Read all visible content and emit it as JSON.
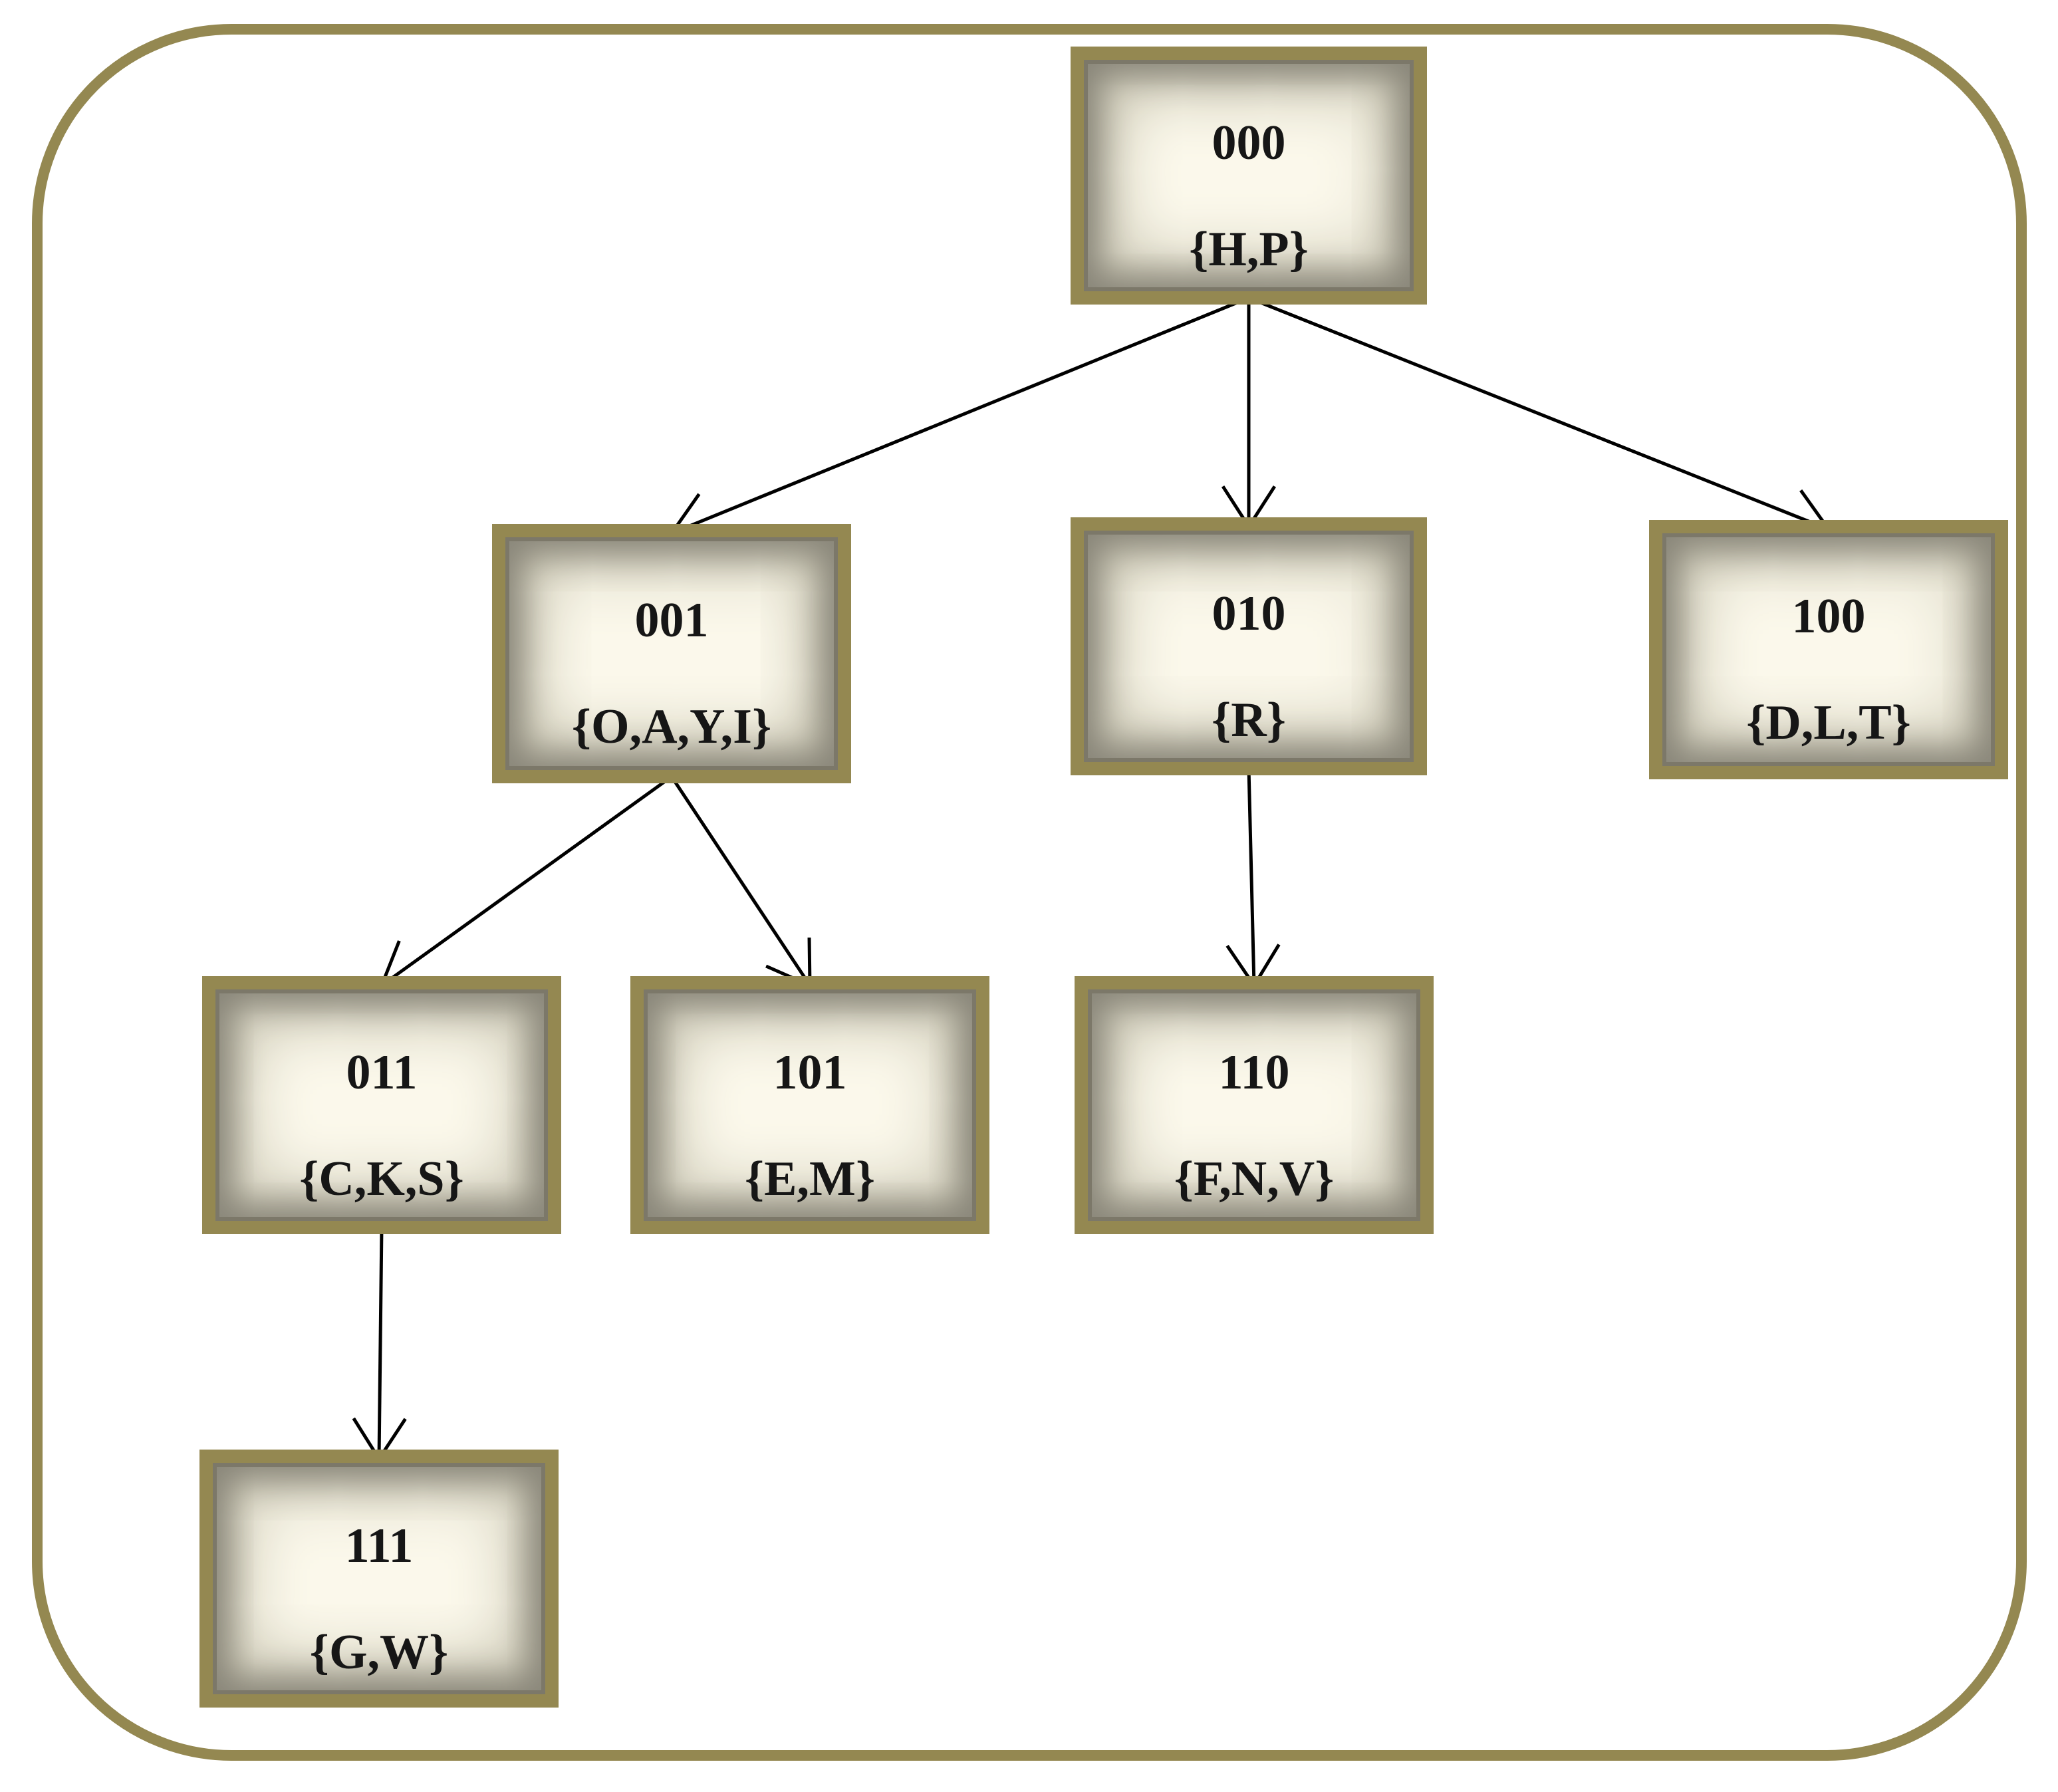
{
  "diagram": {
    "type": "tree",
    "border_color": "#948851",
    "edge_color": "#000000",
    "nodes": [
      {
        "id": "n000",
        "code": "000",
        "set": "{H,P}"
      },
      {
        "id": "n001",
        "code": "001",
        "set": "{O,A,Y,I}"
      },
      {
        "id": "n010",
        "code": "010",
        "set": "{R}"
      },
      {
        "id": "n100",
        "code": "100",
        "set": "{D,L,T}"
      },
      {
        "id": "n011",
        "code": "011",
        "set": "{C,K,S}"
      },
      {
        "id": "n101",
        "code": "101",
        "set": "{E,M}"
      },
      {
        "id": "n110",
        "code": "110",
        "set": "{F,N,V}"
      },
      {
        "id": "n111",
        "code": "111",
        "set": "{G,W}"
      }
    ],
    "edges": [
      {
        "from": "000",
        "to": "001"
      },
      {
        "from": "000",
        "to": "010"
      },
      {
        "from": "000",
        "to": "100"
      },
      {
        "from": "001",
        "to": "011"
      },
      {
        "from": "001",
        "to": "101"
      },
      {
        "from": "010",
        "to": "110"
      },
      {
        "from": "011",
        "to": "111"
      }
    ]
  }
}
